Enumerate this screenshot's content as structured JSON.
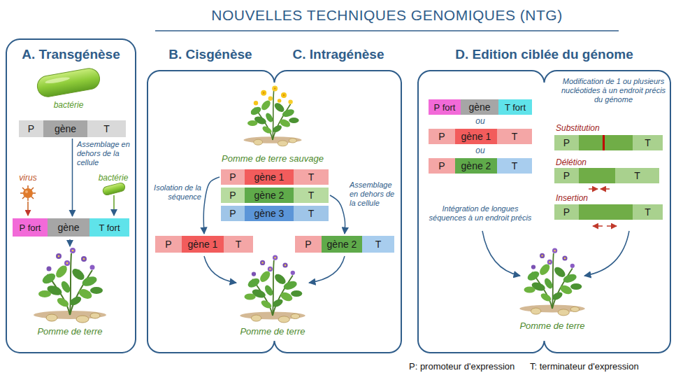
{
  "diagram": {
    "title": "NOUVELLES TECHNIQUES GENOMIQUES (NTG)",
    "nodes": [
      {
        "text": [
          "A. Transgénèse"
        ]
      },
      {
        "text": [
          "P",
          "gène",
          "T"
        ],
        "in": 0
      },
      {
        "text": [
          "P fort",
          "gène",
          "T fort"
        ],
        "in": 0
      },
      {
        "text": [
          "B. Cisgénèse",
          "C. Intragénèse"
        ]
      },
      {
        "text": [
          "P",
          "gène 1",
          "T"
        ],
        "in": 3
      },
      {
        "text": [
          "P",
          "gène 2",
          "T"
        ],
        "in": 3
      },
      {
        "text": [
          "P",
          "gène 3",
          "T"
        ],
        "in": 3
      },
      {
        "text": [
          "P",
          "gène 1",
          "T"
        ],
        "in": 3
      },
      {
        "text": [
          "P",
          "gène 2",
          "T"
        ],
        "in": 3
      },
      {
        "text": [
          "D. Edition ciblée du génome"
        ]
      },
      {
        "text": [
          "P fort",
          "gène",
          "T fort"
        ],
        "in": 9
      },
      {
        "text": [
          "P",
          "gène 1",
          "T"
        ],
        "in": 9
      },
      {
        "text": [
          "P",
          "gène 2",
          "T"
        ],
        "in": 9
      },
      {
        "text": [
          "P",
          "T"
        ],
        "in": 9
      },
      {
        "text": [
          "P",
          "T"
        ],
        "in": 9
      },
      {
        "text": [
          "P",
          "T"
        ],
        "in": 9
      }
    ],
    "edges": [
      {
        "from": 1,
        "to": 2,
        "arrow": "to",
        "label": "Assemblage en dehors de la cellule"
      },
      {
        "from": 4,
        "to": 7,
        "arrow": "to",
        "label": "Isolation de la séquence"
      },
      {
        "from": 5,
        "to": 8,
        "arrow": "to",
        "label": "Assemblage en dehors de la cellule"
      }
    ],
    "labels": [
      "bactérie",
      "virus",
      "bactérie",
      "Pomme de terre",
      "Pomme de terre sauvage",
      "Pomme de terre",
      "ou",
      "ou",
      "Intégration de longues séquences à un endroit précis",
      "Modification de 1 ou plusieurs nucléotides à un endroit précis du génome",
      "Substitution",
      "Délétion",
      "Insertion",
      "Pomme de terre",
      "P: promoteur d'expression",
      "T: terminateur d'expression"
    ]
  }
}
